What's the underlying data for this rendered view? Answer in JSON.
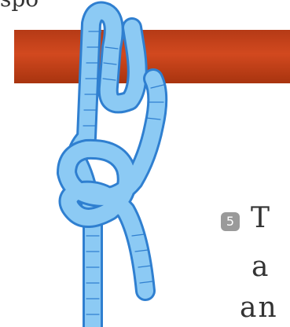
{
  "top_fragment": "spo",
  "step": {
    "number": "5",
    "lines": [
      "T",
      "a",
      "an"
    ]
  },
  "colors": {
    "bar": "#c8441c",
    "rope_fill": "#7ec2f2",
    "rope_stroke": "#2f7fd0",
    "badge": "#9a9a9a",
    "text": "#333333"
  }
}
